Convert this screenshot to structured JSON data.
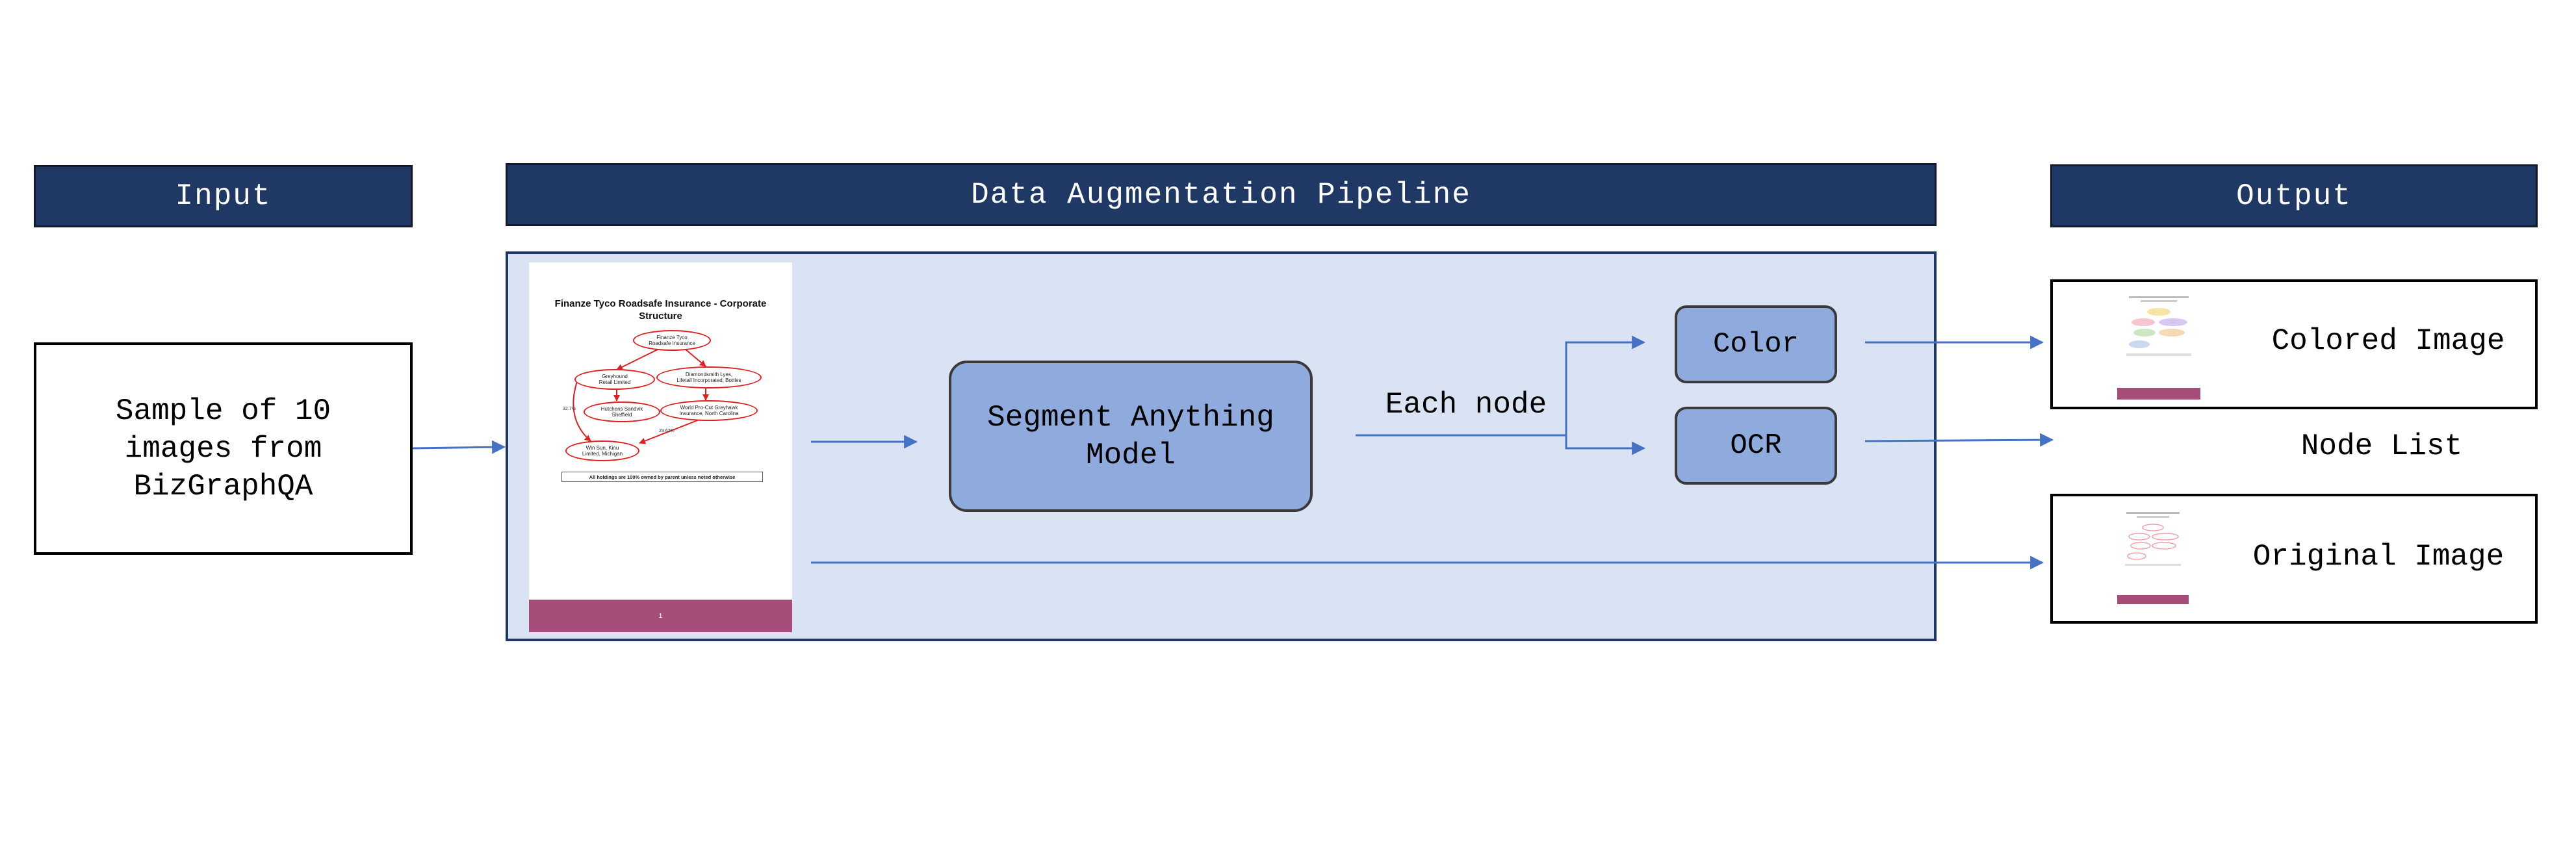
{
  "headers": {
    "input": "Input",
    "pipeline": "Data Augmentation Pipeline",
    "output": "Output"
  },
  "input_box": {
    "line1": "Sample of 10",
    "line2": "images from",
    "line3": "BizGraphQA"
  },
  "document": {
    "title_line1": "Finanze Tyco Roadsafe Insurance - Corporate",
    "title_line2": "Structure",
    "nodes": {
      "root": [
        "Finanze Tyco",
        "Roadsafe Insurance"
      ],
      "left": [
        "Greyhound",
        "Retail Limited"
      ],
      "right": [
        "Diamondsmith Lyes,",
        "Lifetall Incorporated, Bottles"
      ],
      "mid_left": [
        "Hutchens Sandvik",
        "Sheffield"
      ],
      "mid_right": [
        "World Pro-Cut Greyhawk",
        "Insurance, North Carolina"
      ],
      "bottom": [
        "Win Sun, Kinu",
        "Limited, Michigan"
      ]
    },
    "percents": {
      "left_curve": "32.7%",
      "right_link": "29.62%"
    },
    "note": "All holdings are 100% owned by parent unless noted otherwise",
    "page_number": "1"
  },
  "segment_model": {
    "line1": "Segment Anything",
    "line2": "Model"
  },
  "each_node_label": "Each node",
  "color_box": "Color",
  "ocr_box": "OCR",
  "outputs": {
    "colored_image": "Colored Image",
    "node_list": "Node List",
    "original_image": "Original Image"
  },
  "colors": {
    "header_fill": "#1f3864",
    "panel_fill": "#dae3f3",
    "node_fill": "#8faadc",
    "arrow": "#4472c4",
    "doc_footer": "#a64d79",
    "doc_edges": "#e02020"
  }
}
